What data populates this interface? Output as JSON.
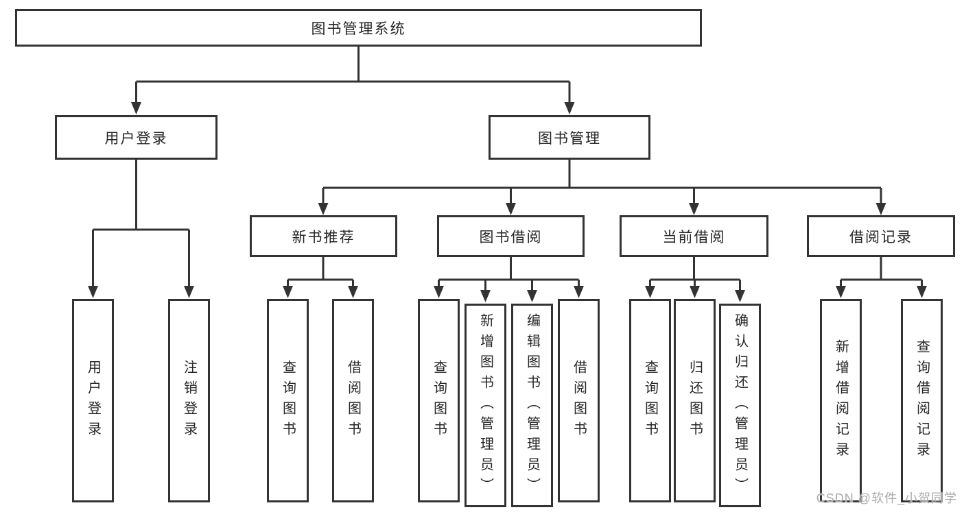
{
  "diagram_title": "图书管理系统",
  "nodes": {
    "root": "图书管理系统",
    "l2": [
      {
        "label": "用户登录"
      },
      {
        "label": "图书管理"
      }
    ],
    "l3": [
      {
        "label": "新书推荐"
      },
      {
        "label": "图书借阅"
      },
      {
        "label": "当前借阅"
      },
      {
        "label": "借阅记录"
      }
    ],
    "leaves": [
      {
        "label": "用户登录"
      },
      {
        "label": "注销登录"
      },
      {
        "label": "查询图书"
      },
      {
        "label": "借阅图书"
      },
      {
        "label": "查询图书"
      },
      {
        "label": "新增图书（管理员）"
      },
      {
        "label": "编辑图书（管理员）"
      },
      {
        "label": "借阅图书"
      },
      {
        "label": "查询图书"
      },
      {
        "label": "归还图书"
      },
      {
        "label": "确认归还（管理员）"
      },
      {
        "label": "新增借阅记录"
      },
      {
        "label": "查询借阅记录"
      }
    ]
  },
  "hierarchy": {
    "图书管理系统": {
      "用户登录": [
        "用户登录",
        "注销登录"
      ],
      "图书管理": {
        "新书推荐": [
          "查询图书",
          "借阅图书"
        ],
        "图书借阅": [
          "查询图书",
          "新增图书（管理员）",
          "编辑图书（管理员）",
          "借阅图书"
        ],
        "当前借阅": [
          "查询图书",
          "归还图书",
          "确认归还（管理员）"
        ],
        "借阅记录": [
          "新增借阅记录",
          "查询借阅记录"
        ]
      }
    }
  },
  "watermark": "CSDN @软件_小贺同学",
  "colors": {
    "line": "#333333",
    "text": "#262626",
    "box_fill": "#ffffff",
    "watermark": "#ababab",
    "background": "#ffffff"
  }
}
